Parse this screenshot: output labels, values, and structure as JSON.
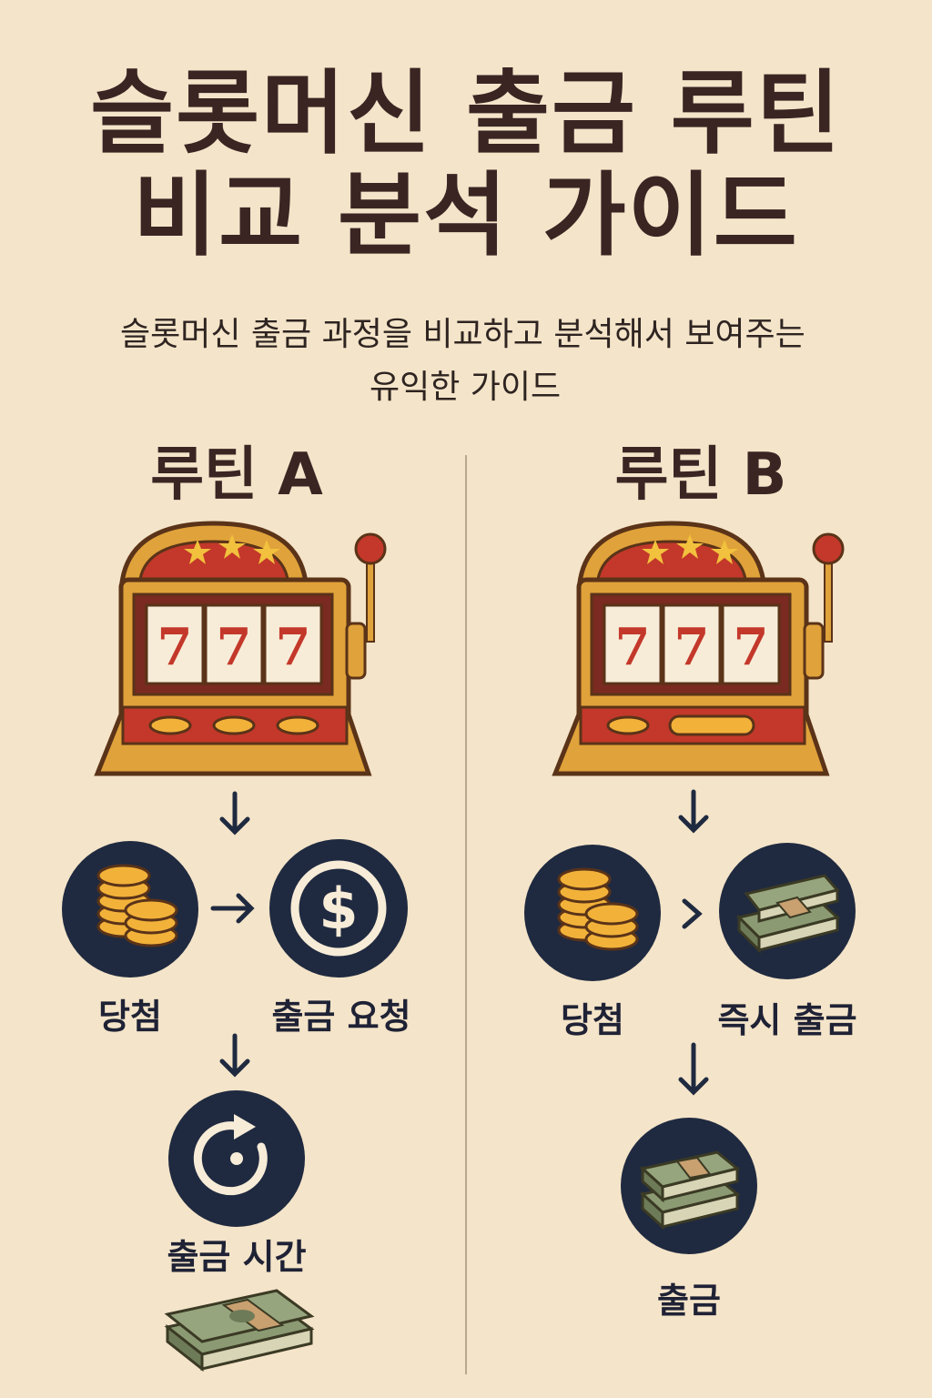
{
  "title": {
    "line1": "슬롯머신 출금 루틴",
    "line2": "비교 분석 가이드"
  },
  "subtitle": {
    "line1": "슬롯머신 출금 과정을 비교하고 분석해서 보여주는",
    "line2": "유익한 가이드"
  },
  "routine_a": {
    "heading": "루틴 A",
    "reels": [
      "7",
      "7",
      "7"
    ],
    "steps": {
      "win": "당첨",
      "request": "출금 요청",
      "time": "출금 시간"
    }
  },
  "routine_b": {
    "heading": "루틴 B",
    "reels": [
      "7",
      "7",
      "7"
    ],
    "steps": {
      "win": "당첨",
      "instant": "즉시 출금",
      "withdraw": "출금"
    }
  },
  "icons": {
    "arrow_down": "arrow-down-icon",
    "arrow_right": "arrow-right-icon",
    "coins": "coins-icon",
    "dollar": "dollar-icon",
    "refresh": "refresh-icon",
    "cash_stack": "cash-stack-icon",
    "slot_machine": "slot-machine-icon"
  },
  "colors": {
    "background": "#f4e4c9",
    "title": "#3a2523",
    "circle": "#1f2a40",
    "gold": "#e0a23a",
    "red": "#c3382a",
    "cash": "#7d8c68"
  }
}
